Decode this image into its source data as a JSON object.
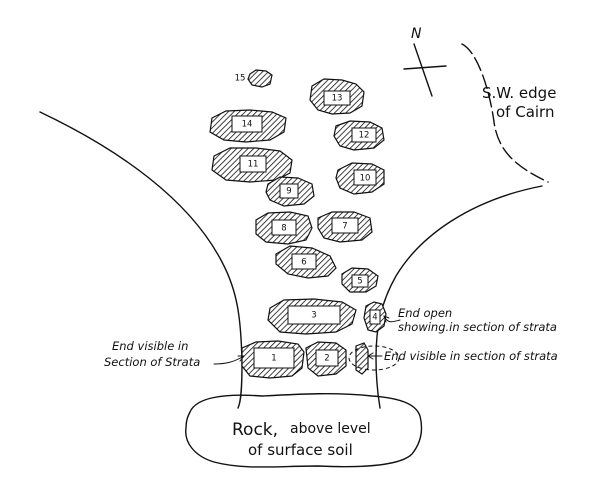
{
  "compass": {
    "letter": "N"
  },
  "labels": {
    "cairn_line1": "S.W. edge",
    "cairn_line2": "of Cairn",
    "end_open_line1": "End open",
    "end_open_line2": "showing.in section of strata",
    "end_visible_right": "End visible in section of strata",
    "end_visible_left_line1": "End visible in",
    "end_visible_left_line2": "Section of Strata",
    "rock_line1": "Rock,",
    "rock_line1b": "above level",
    "rock_line2": "of surface soil"
  },
  "stones": [
    {
      "id": "15",
      "label": "15"
    },
    {
      "id": "13",
      "label": "13"
    },
    {
      "id": "14",
      "label": "14"
    },
    {
      "id": "12",
      "label": "12"
    },
    {
      "id": "11",
      "label": "11"
    },
    {
      "id": "10",
      "label": "10"
    },
    {
      "id": "9",
      "label": "9"
    },
    {
      "id": "8",
      "label": "8"
    },
    {
      "id": "7",
      "label": "7"
    },
    {
      "id": "6",
      "label": "6"
    },
    {
      "id": "5",
      "label": "5"
    },
    {
      "id": "3",
      "label": "3"
    },
    {
      "id": "4",
      "label": "4"
    },
    {
      "id": "1",
      "label": "1"
    },
    {
      "id": "2",
      "label": "2"
    },
    {
      "id": "2a",
      "label": ""
    }
  ],
  "colors": {
    "ink": "#111111",
    "paper": "#ffffff"
  }
}
